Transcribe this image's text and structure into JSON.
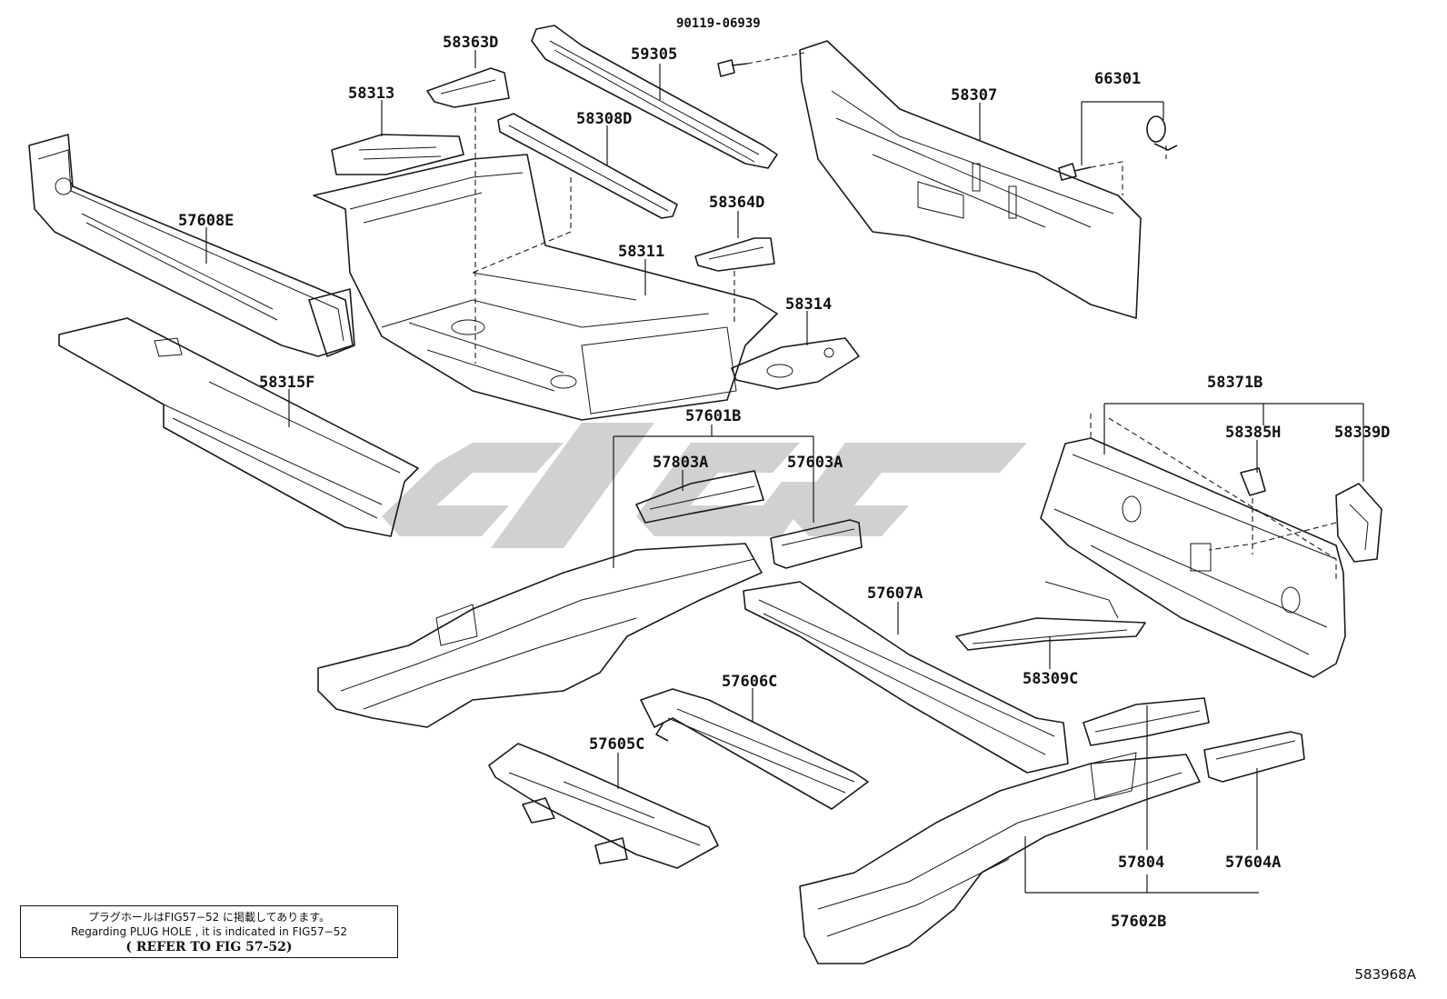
{
  "parts": {
    "p90119_06939": "90119-06939",
    "p58363D": "58363D",
    "p59305": "59305",
    "p58313": "58313",
    "p58308D": "58308D",
    "p58307": "58307",
    "p66301": "66301",
    "p57608E": "57608E",
    "p58364D": "58364D",
    "p58311": "58311",
    "p58314": "58314",
    "p58315F": "58315F",
    "p57601B": "57601B",
    "p57803A": "57803A",
    "p57603A": "57603A",
    "p58371B": "58371B",
    "p58385H": "58385H",
    "p58339D": "58339D",
    "p57607A": "57607A",
    "p58309C": "58309C",
    "p57606C": "57606C",
    "p57605C": "57605C",
    "p57804": "57804",
    "p57604A": "57604A",
    "p57602B": "57602B"
  },
  "note": {
    "line_jp": "プラグホールはFIG57−52 に掲載してあります。",
    "line_en": "Regarding PLUG HOLE , it is indicated in FIG57−52",
    "refer": "( REFER TO FIG 57-52)"
  },
  "figure_code": "583968A",
  "colors": {
    "ink": "#1a1a1a",
    "watermark": "#c8c8c8"
  }
}
